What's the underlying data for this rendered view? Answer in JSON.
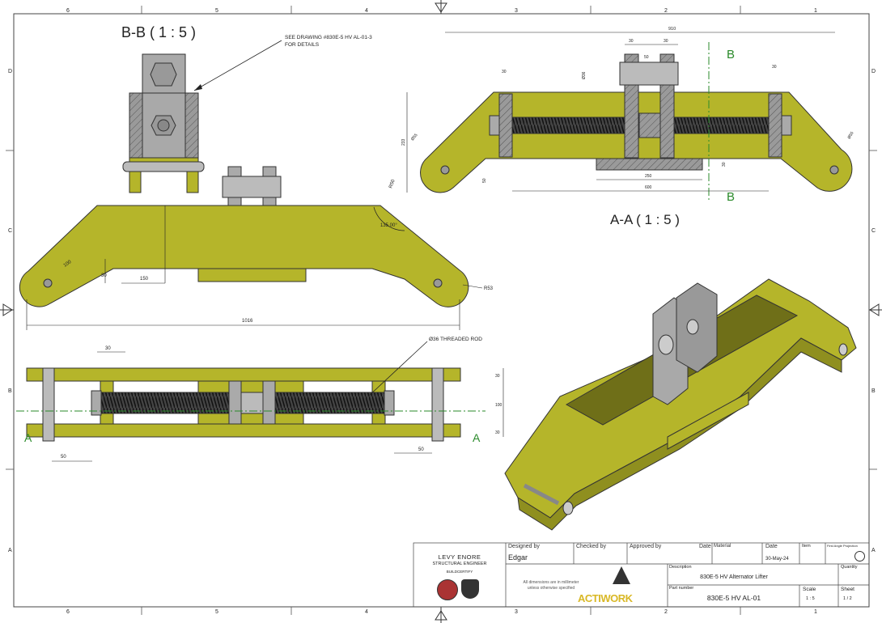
{
  "border": {
    "top_cols": [
      "6",
      "5",
      "4",
      "3",
      "2",
      "1"
    ],
    "bottom_cols": [
      "6",
      "5",
      "4",
      "3",
      "2",
      "1"
    ],
    "rows": [
      "D",
      "C",
      "B",
      "A"
    ]
  },
  "views": {
    "bb_title": "B-B ( 1 : 5 )",
    "aa_title": "A-A ( 1 : 5 )",
    "section_b": "B",
    "section_a": "A"
  },
  "notes": {
    "see_drawing_1": "SEE DRAWING #830E-5 HV AL-01-3",
    "see_drawing_2": "FOR DETAILS",
    "threaded_rod": "Ø36 THREADED ROD"
  },
  "dims": {
    "d910": "910",
    "d30": "30",
    "d50": "50",
    "d233": "233",
    "d250": "250",
    "d600": "600",
    "d1016": "1016",
    "d150": "150",
    "d135": "135.00°",
    "dR50": "R50",
    "dR53": "R53",
    "d55": "Ø55",
    "d36": "Ø36",
    "d100": "100"
  },
  "title_block": {
    "company_line1": "LEVY ENORE",
    "company_line2": "STRUCTURAL ENGINEER",
    "company_line3": "BUILDCERTIFY",
    "designed_by_label": "Designed by",
    "designed_by": "Edgar",
    "checked_by_label": "Checked by",
    "approved_by_label": "Approved by",
    "date_label": "Date",
    "material_label": "Material",
    "date_label2": "Date",
    "date_value": "30-May-24",
    "item_label": "Item",
    "projection_label": "First Angle Projection",
    "quantity_label": "Quantity",
    "note_line1": "All dimensions are in millimeter",
    "note_line2": "unless otherwise specified",
    "logo_text": "ACTIWORK",
    "description_label": "Description",
    "description": "830E-5 HV Alternator Lifter",
    "part_number_label": "Part number",
    "part_number": "830E-5 HV AL-01",
    "scale_label": "Scale",
    "scale_value": "1 : 5",
    "sheet_label": "Sheet",
    "sheet_value": "1 / 2"
  },
  "colors": {
    "part": "#b5b52a",
    "part_dark": "#8f8f1f",
    "steel": "#a8a8a8",
    "green": "#2a8a2a"
  }
}
